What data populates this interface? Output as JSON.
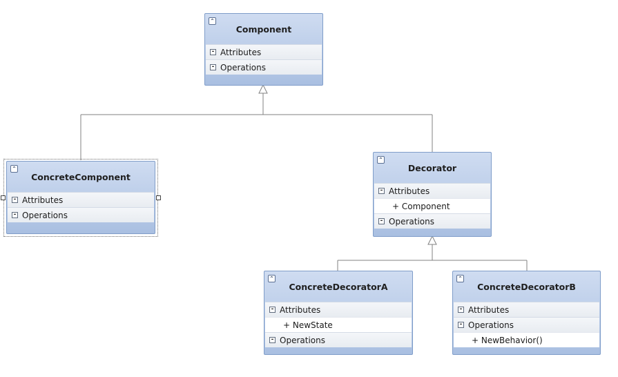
{
  "classes": {
    "component": {
      "name": "Component",
      "attributes_label": "Attributes",
      "operations_label": "Operations"
    },
    "concrete_component": {
      "name": "ConcreteComponent",
      "attributes_label": "Attributes",
      "operations_label": "Operations"
    },
    "decorator": {
      "name": "Decorator",
      "attributes_label": "Attributes",
      "attributes": [
        "+ Component"
      ],
      "operations_label": "Operations"
    },
    "concrete_decorator_a": {
      "name": "ConcreteDecoratorA",
      "attributes_label": "Attributes",
      "attributes": [
        "+ NewState"
      ],
      "operations_label": "Operations"
    },
    "concrete_decorator_b": {
      "name": "ConcreteDecoratorB",
      "attributes_label": "Attributes",
      "operations_label": "Operations",
      "operations": [
        "+ NewBehavior()"
      ]
    }
  },
  "icons": {
    "header_collapse": "double-chevron-up-icon",
    "section_collapse": "minus-box-icon"
  },
  "colors": {
    "header_top": "#cfdcf1",
    "header_bottom": "#a9bfe1",
    "border": "#7f9dc9",
    "connector": "#808080"
  }
}
